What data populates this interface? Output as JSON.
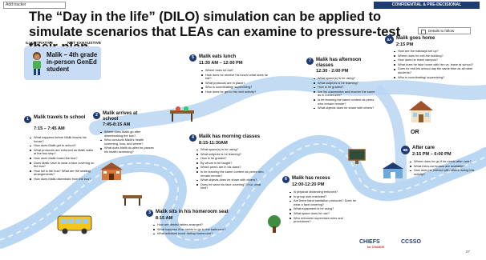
{
  "header": {
    "tracker_label": "Add tracker",
    "confidential": "CONFIDENTIAL & PRE-DECISIONAL",
    "title": "The “Day in the life” (DILO) simulation can be applied to simulate scenarios that LEAs can examine to pressure-test their plan",
    "note_illustrative": "ILLUSTRATIVE",
    "note_not_exhaustive": "NOT EXHAUSTIVE",
    "details_toggle": "Details to follow"
  },
  "student": {
    "name": "Malik – 4th grade in-person GenEd student"
  },
  "steps": [
    {
      "num": "1",
      "title": "Malik travels to school",
      "time": "7:15 – 7:45 AM",
      "items": [
        "What happens before Malik leaves his house?",
        "How does Malik get to school?",
        "What protocols are enforced as Malik waits at the bus stop?",
        "How does Malik board the bus?",
        "Does Malik have to wear a face covering on the bus?",
        "How full is the bus? What are the seating arrangements?",
        "How does Malik disembark from the bus?"
      ]
    },
    {
      "num": "2",
      "title": "Malik arrives at school",
      "time": "7:45-8:15 AM",
      "items": [
        "Where does Malik go after disembarking the bus?",
        "Who conducts Malik's health screening, how, and where?",
        "What does Malik do after he passes his health screening?"
      ]
    },
    {
      "num": "3",
      "title": "Malik sits in his homeroom seat",
      "time": "8:15 AM",
      "items": [
        "How are desks/ tables arranged?",
        "What happens if he needs to go to the bathroom?",
        "What activities occur during homeroom?"
      ]
    },
    {
      "num": "4",
      "title": "Malik has morning classes",
      "time": "8:15-11:30AM",
      "items": [
        "What space(s) is he using?",
        "What subjects is he learning?",
        "How is he graded?",
        "By whom is he taught?",
        "Which peers are in his class?",
        "Is he learning the same content as peers who remain remote?",
        "What objects does he share with others?",
        "Does he wear his face covering? If so, what kind?"
      ]
    },
    {
      "num": "5",
      "title": "Malik eats lunch",
      "time": "11:30 AM – 12:00 PM",
      "items": [
        "Where does he eat?",
        "How does he receive his lunch/ what does he eat?",
        "What protocols are in place?",
        "Who is coordinating/ supervising?",
        "How does he get to his next activity?"
      ]
    },
    {
      "num": "6",
      "title": "Malik has recess",
      "time": "12:00-12:20 PM",
      "items": [
        "Is physical distancing enforced?",
        "Is group size restricted?",
        "Are there hand sanitation protocols? Does he wear a face covering?",
        "What equipment is he using?",
        "What space does he use?",
        "Who enforces/ supervises rules and procedures?"
      ]
    },
    {
      "num": "7",
      "title": "Malik has afternoon classes",
      "time": "12:30 - 2:00 PM",
      "items": [
        "What space(s) is he using?",
        "What subjects is he learning?",
        "How is he graded?",
        "Are his classmates and teacher the same as in homeroom?",
        "Is he learning the same content as peers who remain remote?",
        "What objects does he share with others?"
      ]
    },
    {
      "num": "8A",
      "title": "Malik goes home",
      "time": "2:15 PM",
      "items": [
        "How are the hallways set up?",
        "Where does he exit the building?",
        "How does he leave campus?",
        "What does he take home with him vs. leave at school?",
        "Does he end his school day the same time as all other students?",
        "Who is coordinating/ supervising?"
      ]
    },
    {
      "num": "8B",
      "title": "After care",
      "time": "2:15 PM – 6:00 PM",
      "items": [
        "Where does he go if he needs after care?",
        "What extra-curriculars are available?",
        "How does he interact with others during this activity?"
      ]
    }
  ],
  "or_label": "OR",
  "footer": {
    "logo1": "CHIEFS",
    "logo1_sub": "for CHANGE",
    "logo2": "CCSSO",
    "page_number": "27"
  },
  "colors": {
    "road": "#b9d6f2",
    "navy": "#1f3b73",
    "student_box": "#c9dcf5"
  }
}
